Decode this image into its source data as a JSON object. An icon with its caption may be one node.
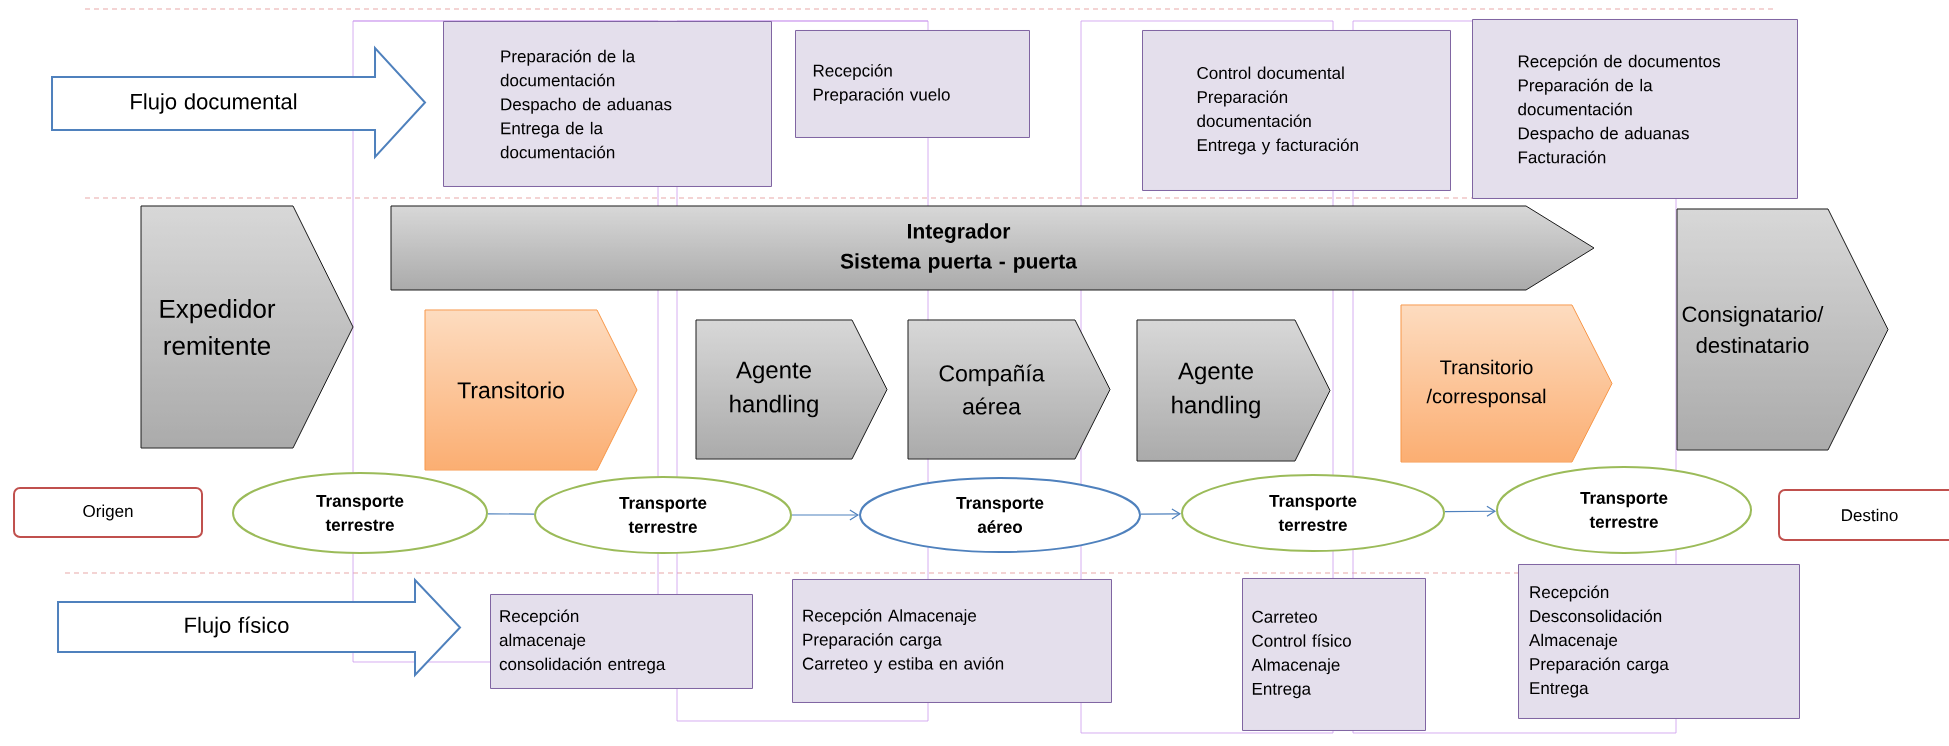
{
  "diagram": {
    "nodes": [
      {
        "text": [
          "Preparación de la documentación",
          "Despacho de aduanas",
          "Entrega de la documentación"
        ]
      },
      {
        "text": [
          "Recepción",
          "Preparación vuelo"
        ]
      },
      {
        "text": [
          "Control documental",
          "Preparación documentación",
          "Entrega y facturación"
        ]
      },
      {
        "text": [
          "Recepción de documentos",
          "Preparación de la documentación",
          "Despacho de aduanas",
          "Facturación"
        ]
      },
      {
        "text": [
          "Expedidor remitente"
        ]
      },
      {
        "text": [
          "Integrador",
          "Sistema puerta - puerta"
        ]
      },
      {
        "text": [
          "Consignatario/ destinatario"
        ]
      },
      {
        "text": [
          "Transitorio"
        ]
      },
      {
        "text": [
          "Agente handling"
        ]
      },
      {
        "text": [
          "Compañía aérea"
        ]
      },
      {
        "text": [
          "Agente handling"
        ]
      },
      {
        "text": [
          "Transitorio /corresponsal"
        ]
      },
      {
        "text": [
          "Origen"
        ]
      },
      {
        "text": [
          "Transporte terrestre"
        ]
      },
      {
        "text": [
          "Transporte terrestre"
        ]
      },
      {
        "text": [
          "Transporte aéreo"
        ]
      },
      {
        "text": [
          "Transporte terrestre"
        ]
      },
      {
        "text": [
          "Transporte terrestre"
        ]
      },
      {
        "text": [
          "Destino"
        ]
      },
      {
        "text": [
          "Recepción",
          "almacenaje",
          "consolidación entrega"
        ]
      },
      {
        "text": [
          "Recepción Almacenaje",
          "Preparación carga",
          "Carreteo y estiba en avión"
        ]
      },
      {
        "text": [
          "Carreteo",
          "Control físico",
          "Almacenaje",
          "Entrega"
        ]
      },
      {
        "text": [
          "Recepción",
          "Desconsolidación",
          "Almacenaje",
          "Preparación carga",
          "Entrega"
        ]
      }
    ],
    "edges": [
      {
        "from": 13,
        "to": 14,
        "arrow": "none"
      },
      {
        "from": 14,
        "to": 15,
        "arrow": "to"
      },
      {
        "from": 15,
        "to": 16,
        "arrow": "to"
      },
      {
        "from": 16,
        "to": 17,
        "arrow": "to"
      }
    ],
    "labels": [
      "Flujo documental",
      "Flujo físico"
    ]
  }
}
